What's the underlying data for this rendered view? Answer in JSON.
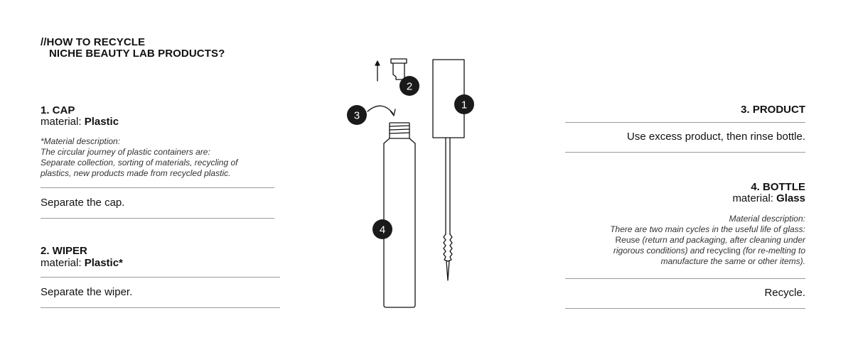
{
  "title": {
    "line1": "//HOW TO RECYCLE",
    "line2": "NICHE BEAUTY LAB PRODUCTS?"
  },
  "cap": {
    "heading": "1. CAP",
    "material_label": "material:",
    "material_value": "Plastic",
    "desc_title": "*Material description:",
    "desc_lines": [
      "The circular journey of plastic containers are:",
      "Separate collection, sorting of materials, recycling of",
      "plastics, new products made from recycled plastic."
    ],
    "action": "Separate the cap."
  },
  "wiper": {
    "heading": "2. WIPER",
    "material_label": "material:",
    "material_value": "Plastic*",
    "action": "Separate the wiper."
  },
  "product": {
    "heading": "3. PRODUCT",
    "action": "Use excess product, then rinse bottle."
  },
  "bottle": {
    "heading": "4. BOTTLE",
    "material_label": "material:",
    "material_value": "Glass",
    "desc_title": "Material description:",
    "desc_line1": "There are two main cycles in the useful life of glass:",
    "desc_line2_em": "Reuse",
    "desc_line2_rest": " (return and packaging, after cleaning under",
    "desc_line3_pre": "rigorous conditions) and ",
    "desc_line3_em": "recycling",
    "desc_line3_post": " (for re-melting to",
    "desc_line4": "manufacture the same or other items).",
    "action": "Recycle."
  },
  "markers": {
    "m1": "1",
    "m2": "2",
    "m3": "3",
    "m4": "4"
  },
  "colors": {
    "ink": "#111111",
    "rule": "#9a9a9a",
    "marker_fill": "#1a1a1a",
    "marker_text": "#ffffff"
  }
}
